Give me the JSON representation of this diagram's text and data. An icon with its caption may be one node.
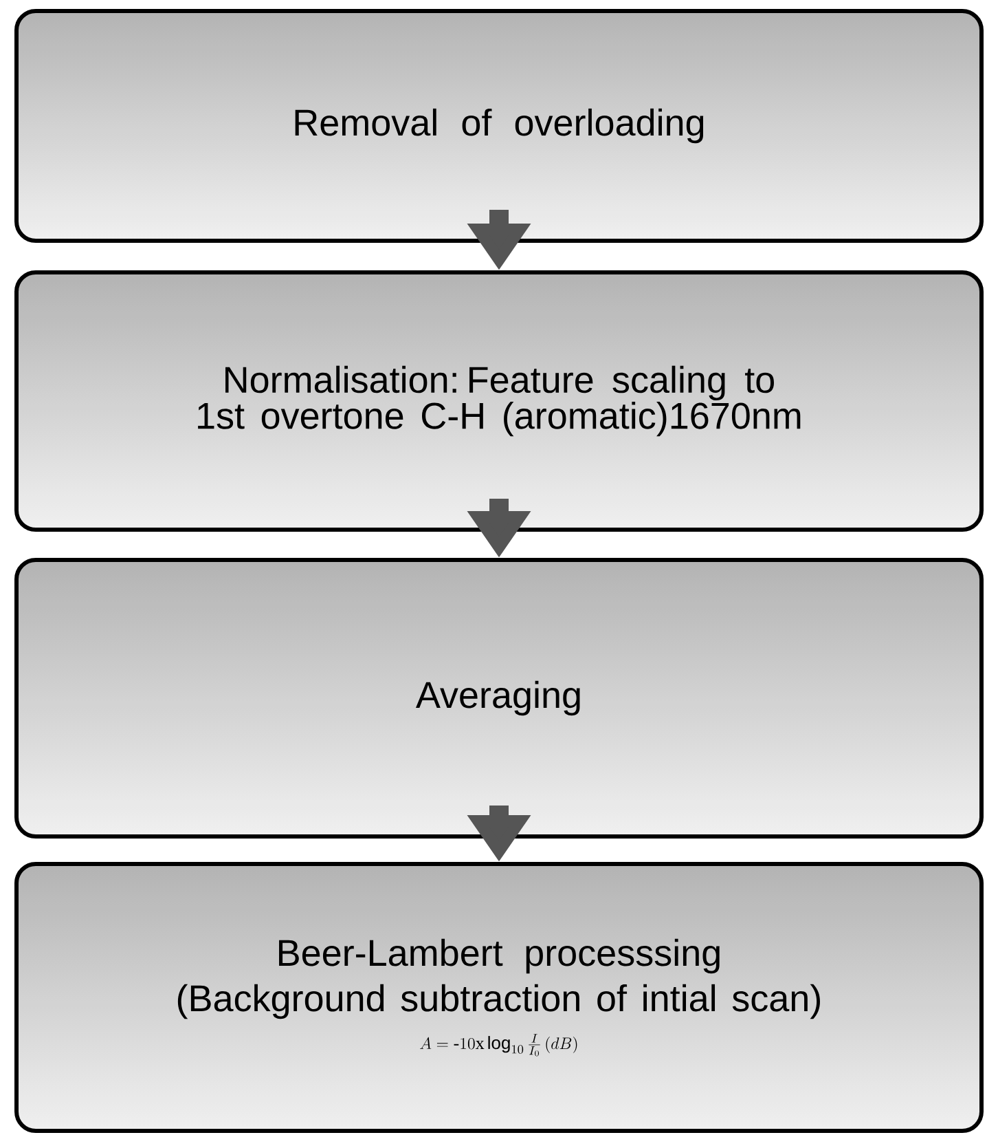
{
  "diagram": {
    "nodes": [
      {
        "text": [
          "Removal of overloading"
        ]
      },
      {
        "text": [
          "Normalisation: Feature scaling to 1st overtone C-H (aromatic)1670nm"
        ]
      },
      {
        "text": [
          "Averaging"
        ]
      },
      {
        "text": [
          "Beer-Lambert processsing (Background subtraction of intial scan)",
          "A = \\mbox{-}10\\mbox{x}\\log_{10}\\frac{I}{I_0}\\,(dB)"
        ]
      }
    ],
    "edges": [
      {
        "from": 0,
        "to": 1,
        "arrow": "to"
      },
      {
        "from": 1,
        "to": 2,
        "arrow": "to"
      },
      {
        "from": 2,
        "to": 3,
        "arrow": "to"
      }
    ]
  }
}
